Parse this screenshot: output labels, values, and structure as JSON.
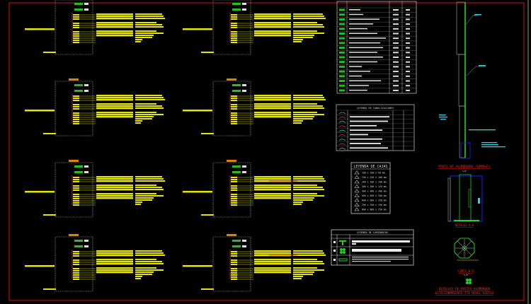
{
  "colors": {
    "background": "#000000",
    "border": "#d01010",
    "wire": "#e6e600",
    "conduit": "#20d020",
    "frame": "#cfcfcf",
    "title": "#ff2020",
    "note": "#30d0e0",
    "box": "#2020ff"
  },
  "panels_count": 8,
  "legend_cajas": {
    "title": "LEYENDA DE CAJAS",
    "items": [
      "100 x 100 x 50 mm.",
      "150 x 150 x 100 mm.",
      "200 x 200 x 100 mm.",
      "300 x 300 x 120 mm.",
      "400 x 400 x 200 mm.",
      "500 x 500 x 200 mm.",
      "600 x 600 x 250 mm.",
      "700 x 700 x 250 mm.",
      "800 x 800 x 250 mm."
    ]
  },
  "legend_canalizaciones": {
    "title": "LEYENDA DE CANALIZACIONES"
  },
  "legend_luminarias": {
    "title": "LEYENDA DE LUMINARIAS"
  },
  "pole": {
    "title": "POSTE DE ALUMBRADO (SIMPLE)",
    "scale": "S/E",
    "detail_title": "DETALLE A-A",
    "section_title": "CORTE B-B",
    "section_scale": "S/E"
  },
  "sheet_title": {
    "line1": "DETALLES DE POSTES ALUMBRADO",
    "line2": "ESTACIONAMIENTO 5TO NIVEL AZOTEA"
  }
}
